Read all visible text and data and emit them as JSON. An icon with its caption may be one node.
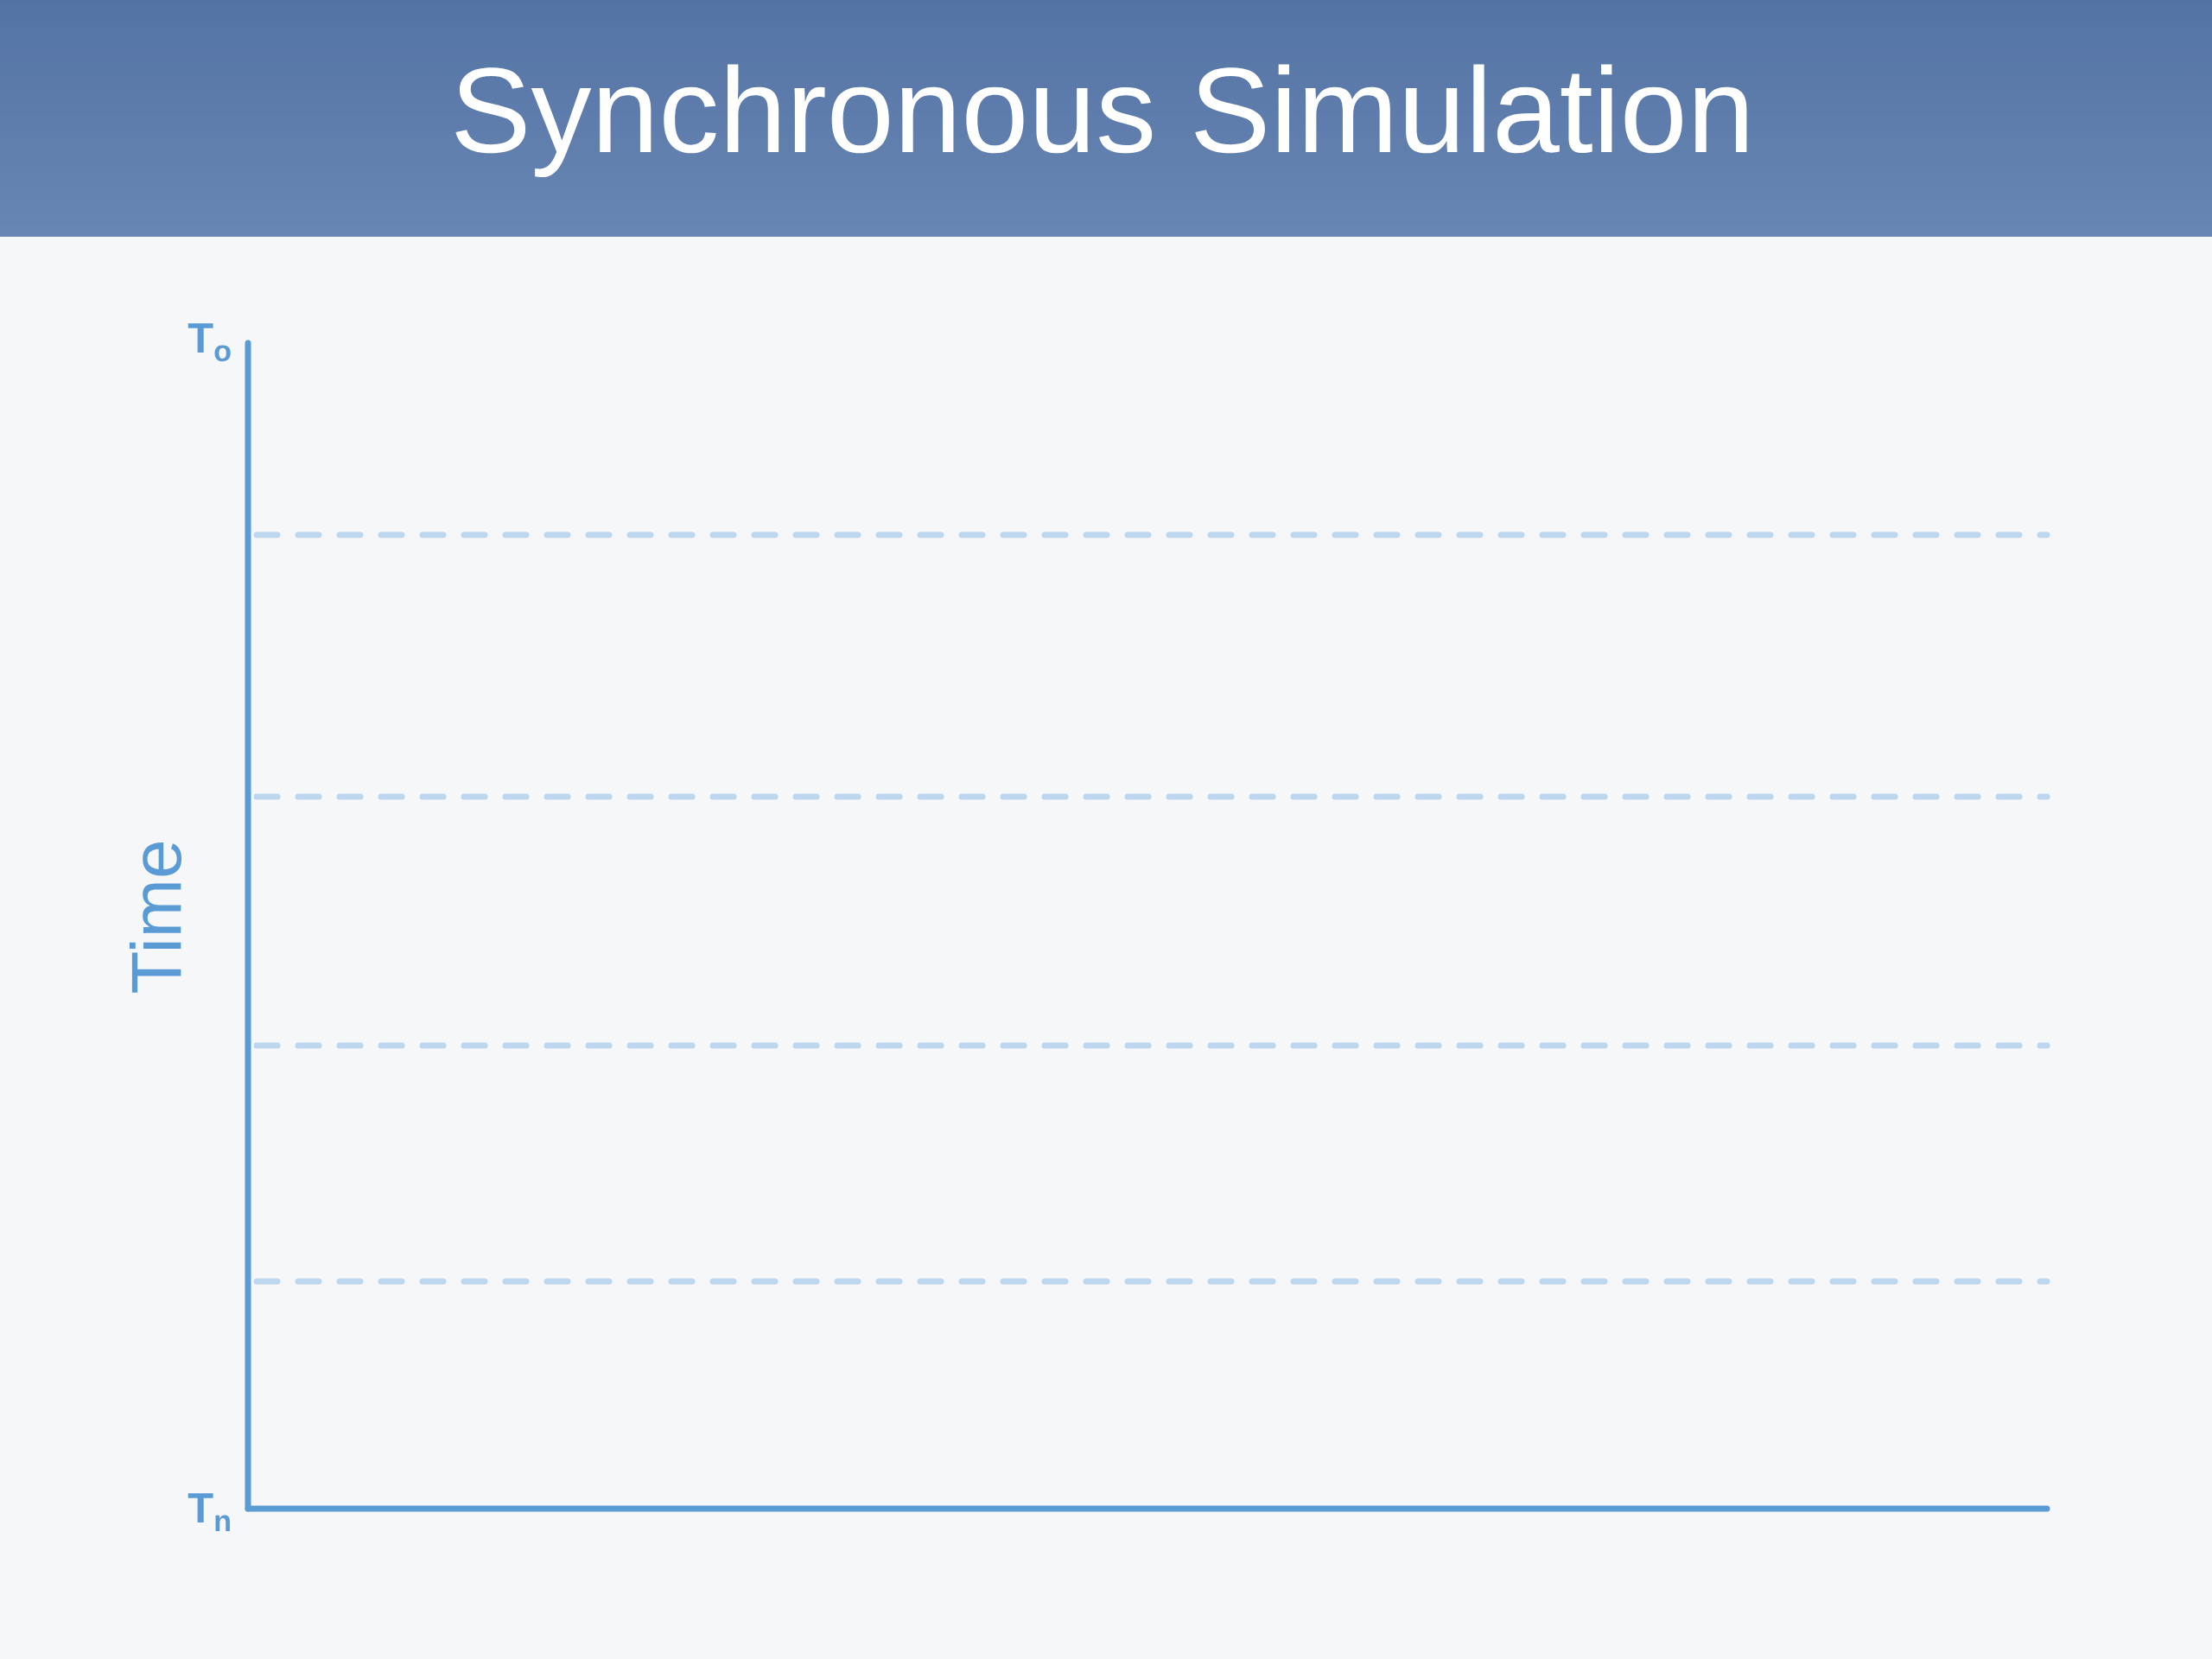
{
  "diagram": {
    "title": "Synchronous Simulation",
    "labels": [
      "T$_{o}$",
      "Time",
      "T$_{n}$"
    ]
  }
}
